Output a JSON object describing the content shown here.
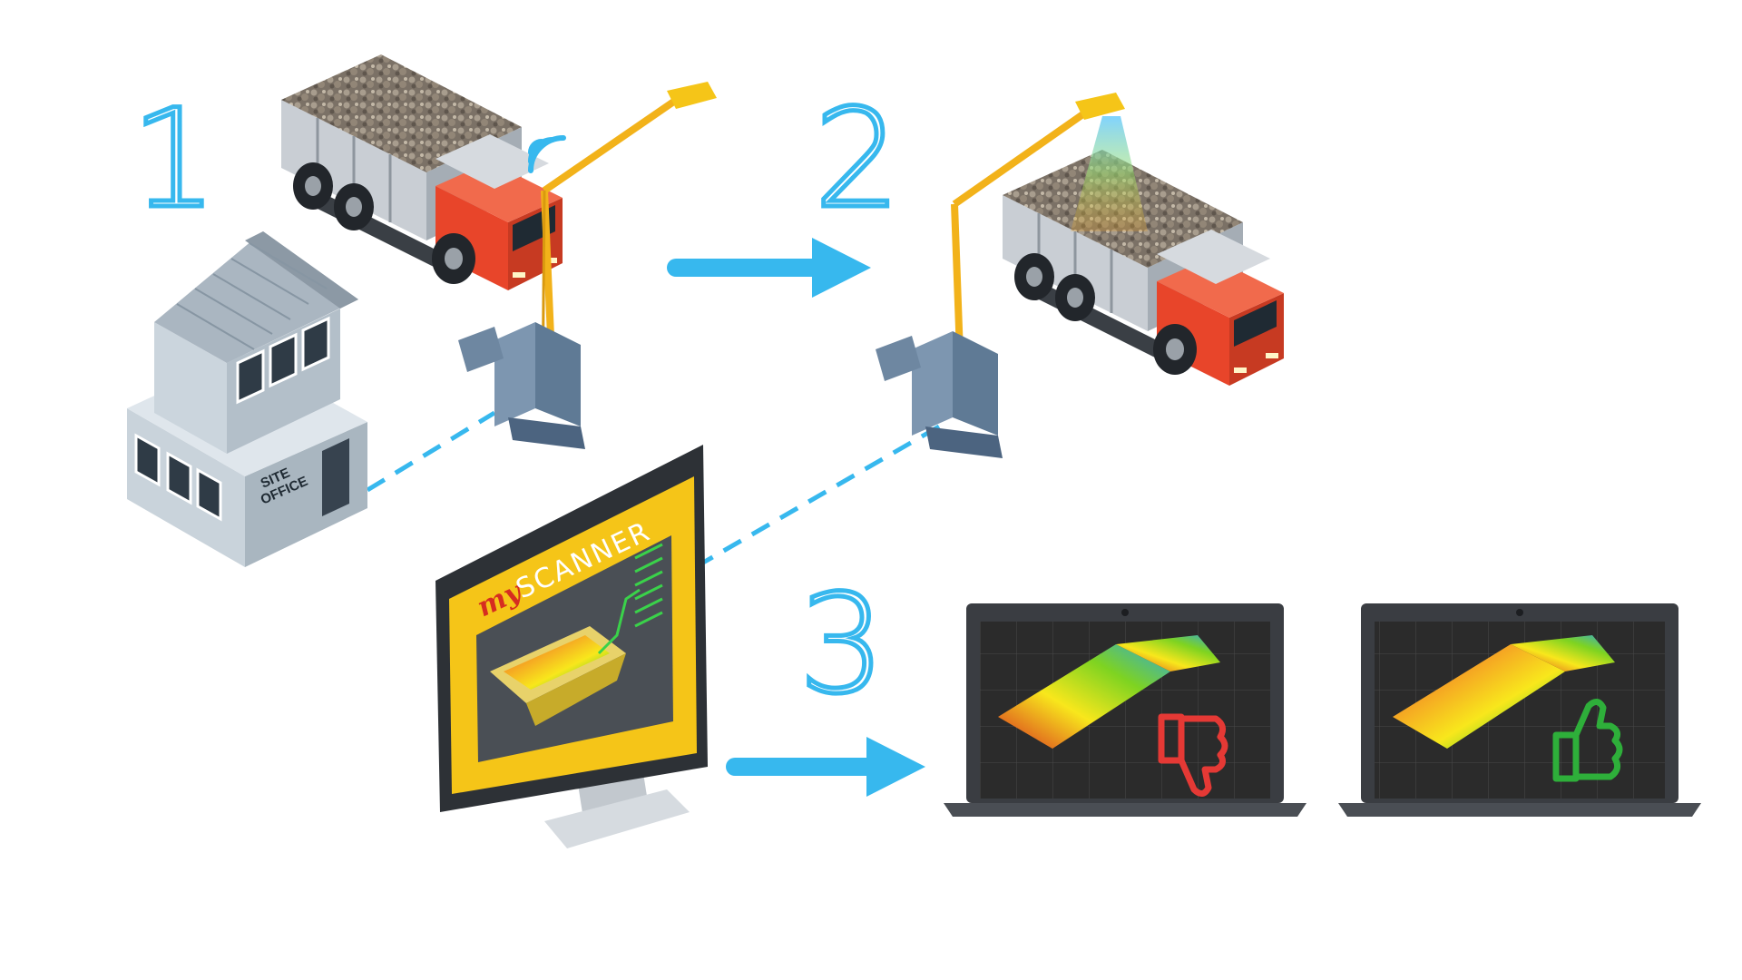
{
  "steps": [
    {
      "label": "1"
    },
    {
      "label": "2"
    },
    {
      "label": "3"
    }
  ],
  "site_office": {
    "line1": "SITE",
    "line2": "OFFICE"
  },
  "monitor": {
    "logo_prefix": "my",
    "logo_main": "SCANNER"
  },
  "laptops": [
    {
      "verdict": "thumbs-down-icon",
      "verdict_color": "#e53935"
    },
    {
      "verdict": "thumbs-up-icon",
      "verdict_color": "#2eaf3a"
    }
  ],
  "colors": {
    "step_outline": "#37b8ee",
    "arrow": "#37b8ee",
    "truck_cab": "#e8452a",
    "crane": "#f2b21a",
    "screen_yellow": "#f5c518"
  }
}
